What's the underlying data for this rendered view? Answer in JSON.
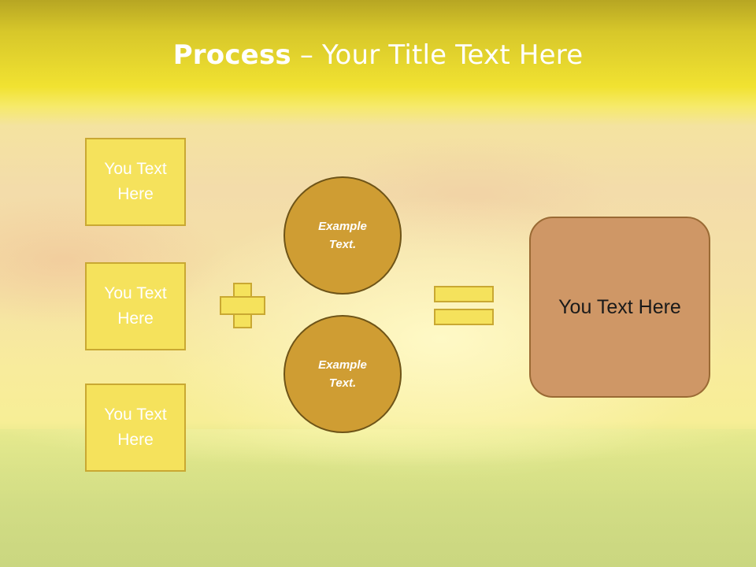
{
  "slide": {
    "title_strong": "Process",
    "title_rest": " – Your Title Text Here",
    "left_boxes": [
      {
        "label": "You Text Here"
      },
      {
        "label": "You Text Here"
      },
      {
        "label": "You Text Here"
      }
    ],
    "circles": [
      {
        "label": "Example Text."
      },
      {
        "label": "Example Text."
      }
    ],
    "result_label": "You Text Here"
  },
  "colors": {
    "box_fill": "#f5e25c",
    "circle_fill": "#cf9d33",
    "result_fill": "#cf9766",
    "title_text": "#ffffff"
  },
  "icons": {
    "plus": "plus-icon",
    "equals": "equals-icon"
  }
}
